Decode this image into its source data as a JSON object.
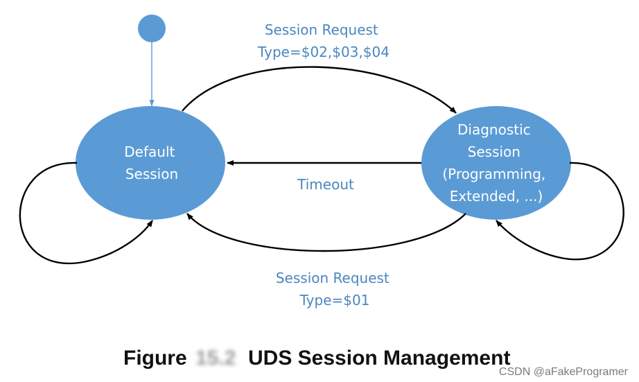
{
  "diagram": {
    "colors": {
      "node_fill": "#5b9bd5",
      "label_text": "#4a86c0",
      "edge": "#000000",
      "node_text": "#ffffff"
    },
    "nodes": {
      "default_session": {
        "lines": [
          "Default",
          "Session"
        ]
      },
      "diagnostic_session": {
        "lines": [
          "Diagnostic",
          "Session",
          "(Programming,",
          "Extended, ...)"
        ]
      }
    },
    "edges": {
      "to_diagnostic": {
        "lines": [
          "Session Request",
          "Type=$02,$03,$04"
        ]
      },
      "timeout": {
        "lines": [
          "Timeout"
        ]
      },
      "to_default": {
        "lines": [
          "Session Request",
          "Type=$01"
        ]
      }
    },
    "caption": {
      "prefix": "Figure",
      "number": "15.2",
      "title": "UDS Session Management"
    },
    "watermark": "CSDN @aFakeProgramer"
  }
}
